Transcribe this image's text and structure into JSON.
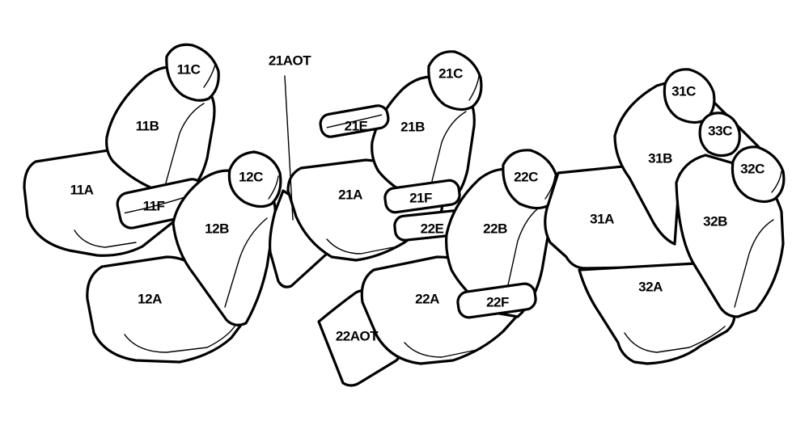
{
  "diagram": {
    "labels": {
      "11C": "11C",
      "11B": "11B",
      "11A": "11A",
      "11F": "11F",
      "12C": "12C",
      "12B": "12B",
      "12A": "12A",
      "21AOT": "21AOT",
      "21C": "21C",
      "21B": "21B",
      "21E": "21E",
      "21A": "21A",
      "21F": "21F",
      "22E": "22E",
      "22C": "22C",
      "22B": "22B",
      "22A": "22A",
      "22F": "22F",
      "22AOT": "22AOT",
      "31C": "31C",
      "33C": "33C",
      "31B": "31B",
      "32C": "32C",
      "31A": "31A",
      "32B": "32B",
      "32A": "32A"
    }
  }
}
